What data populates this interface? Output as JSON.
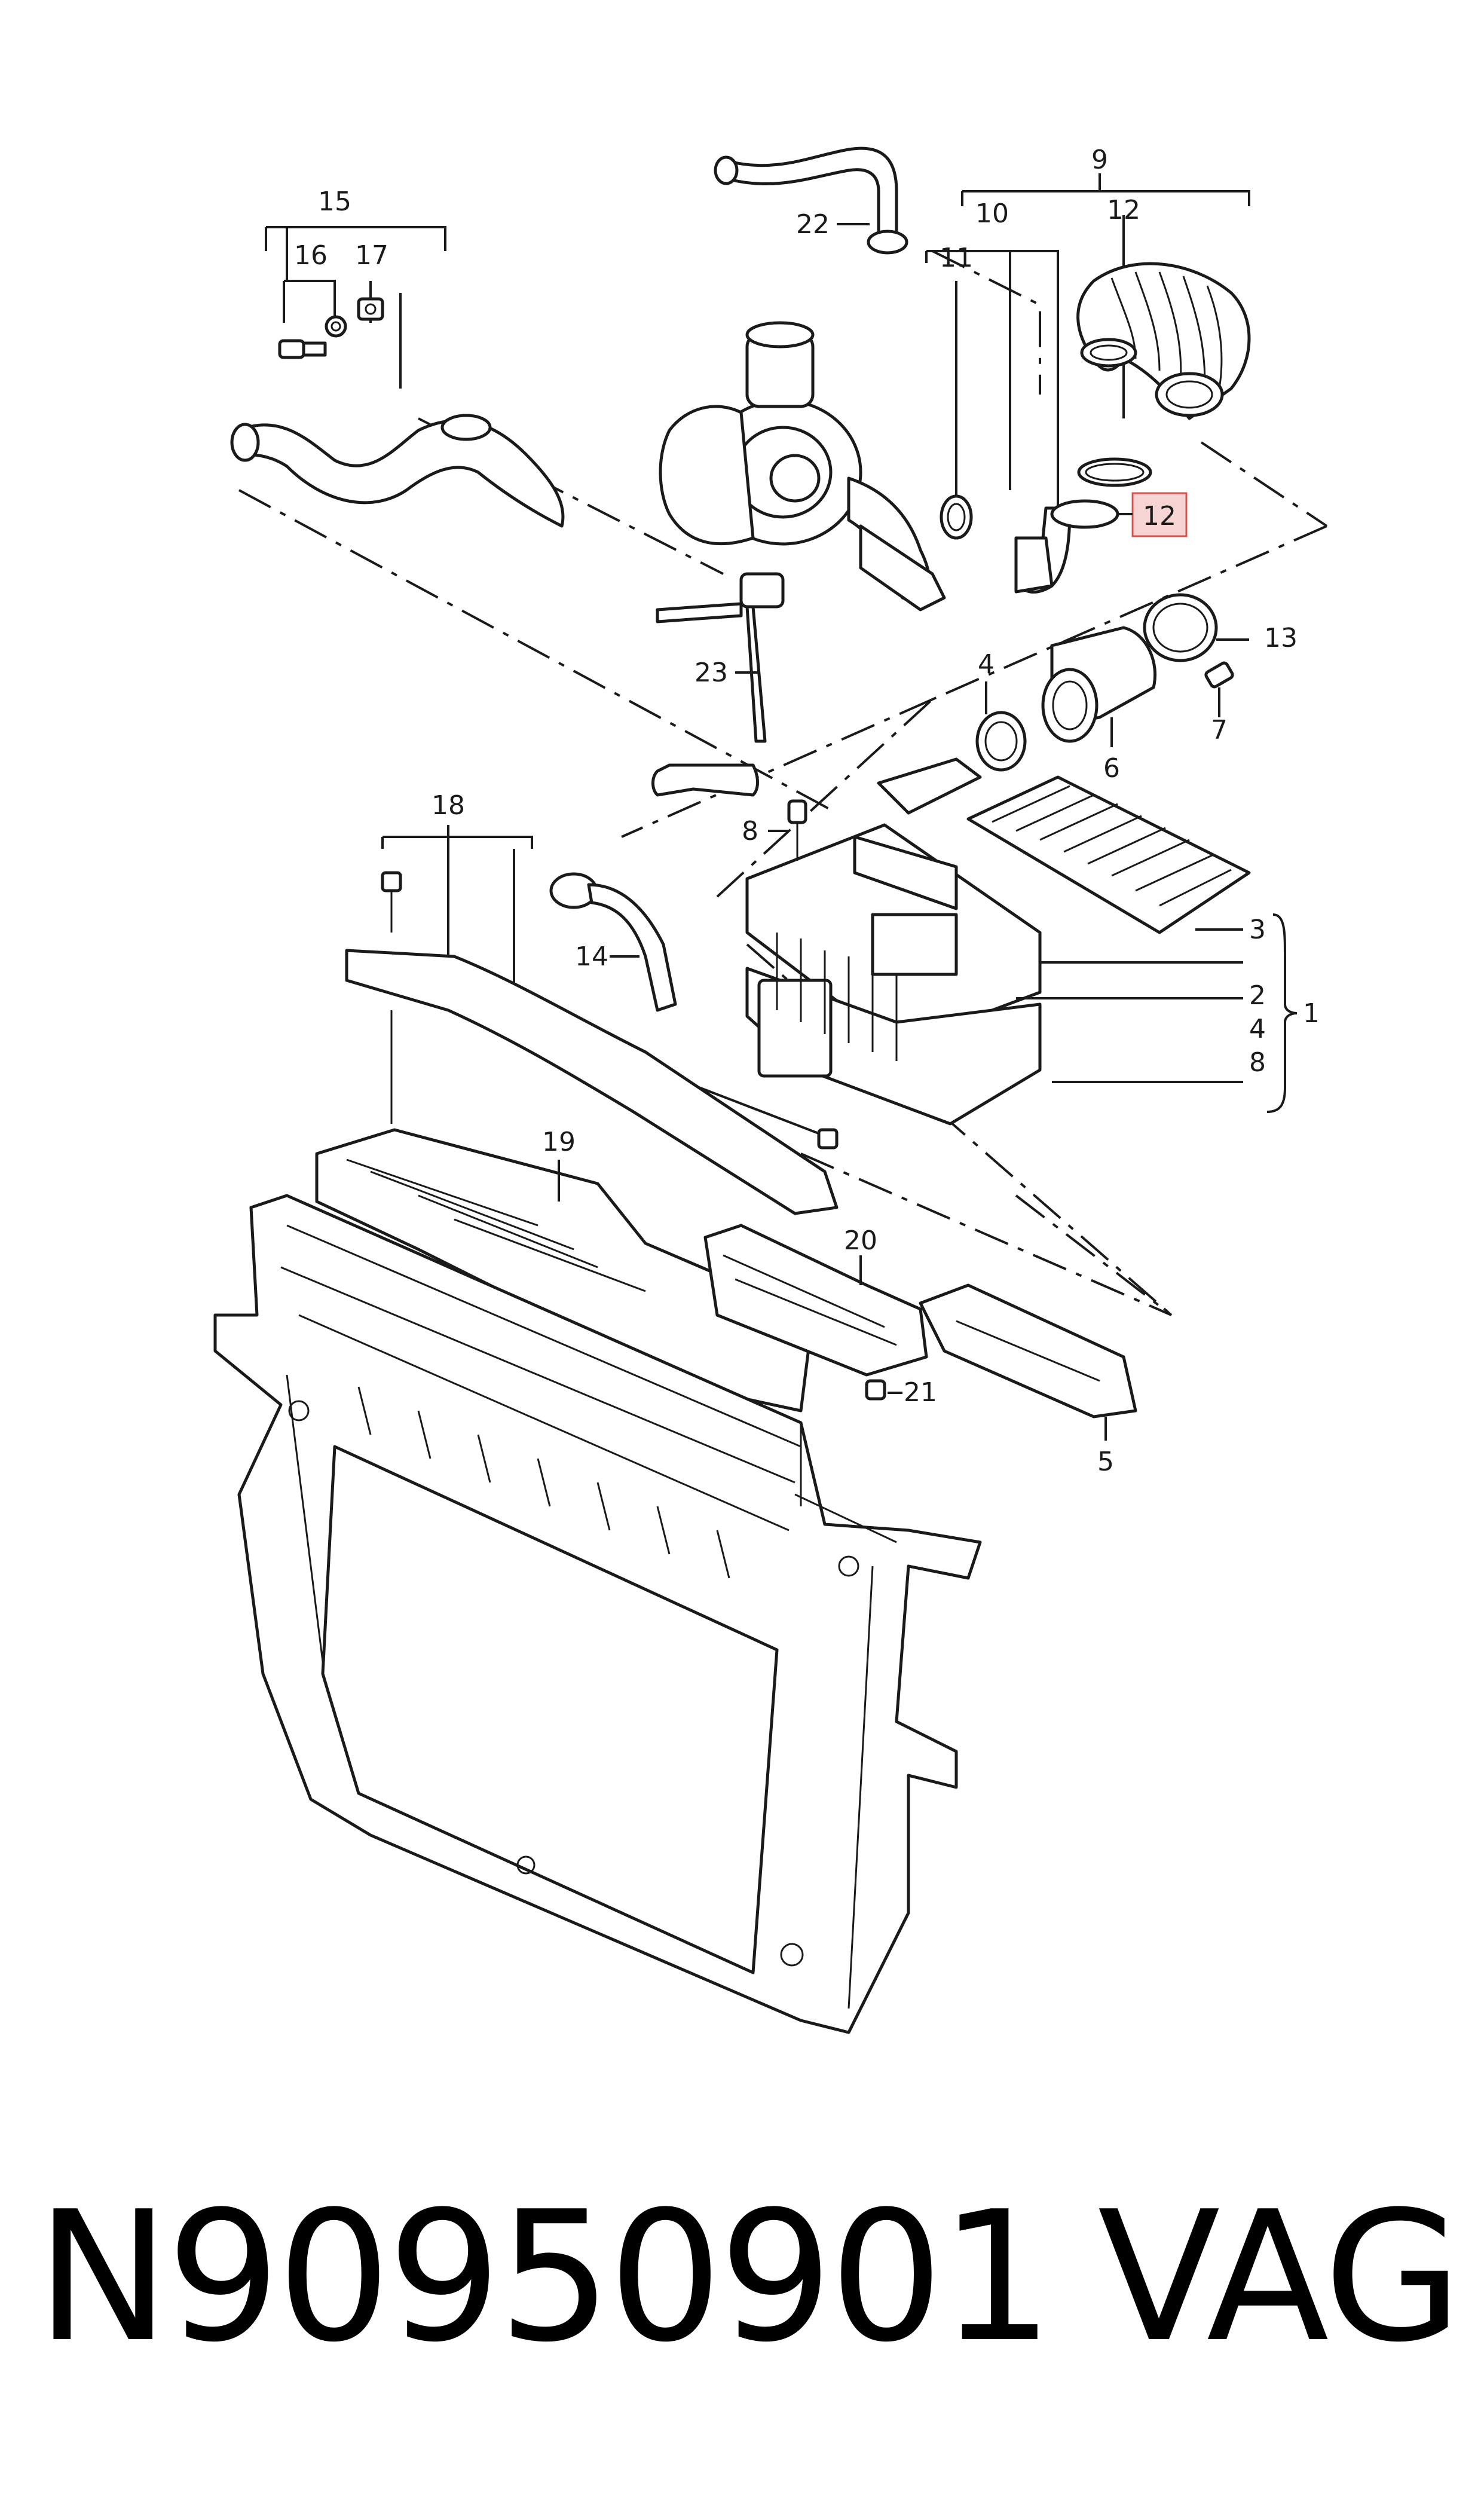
{
  "footer": {
    "part_number": "N90950901",
    "brand": "VAG"
  },
  "callouts": {
    "c1": "1",
    "c2": "2",
    "c3": "3",
    "c4a": "4",
    "c4b": "4",
    "c5": "5",
    "c6": "6",
    "c7": "7",
    "c8a": "8",
    "c8b": "8",
    "c9": "9",
    "c10": "10",
    "c11": "11",
    "c12a": "12",
    "c12b": "12",
    "c13": "13",
    "c14": "14",
    "c15": "15",
    "c16": "16",
    "c17": "17",
    "c18": "18",
    "c19": "19",
    "c20": "20",
    "c21": "21",
    "c22": "22",
    "c23": "23"
  },
  "colors": {
    "line": "#1a1a1a",
    "highlight_fill": "#f7d4d4",
    "highlight_stroke": "#d9534f"
  }
}
